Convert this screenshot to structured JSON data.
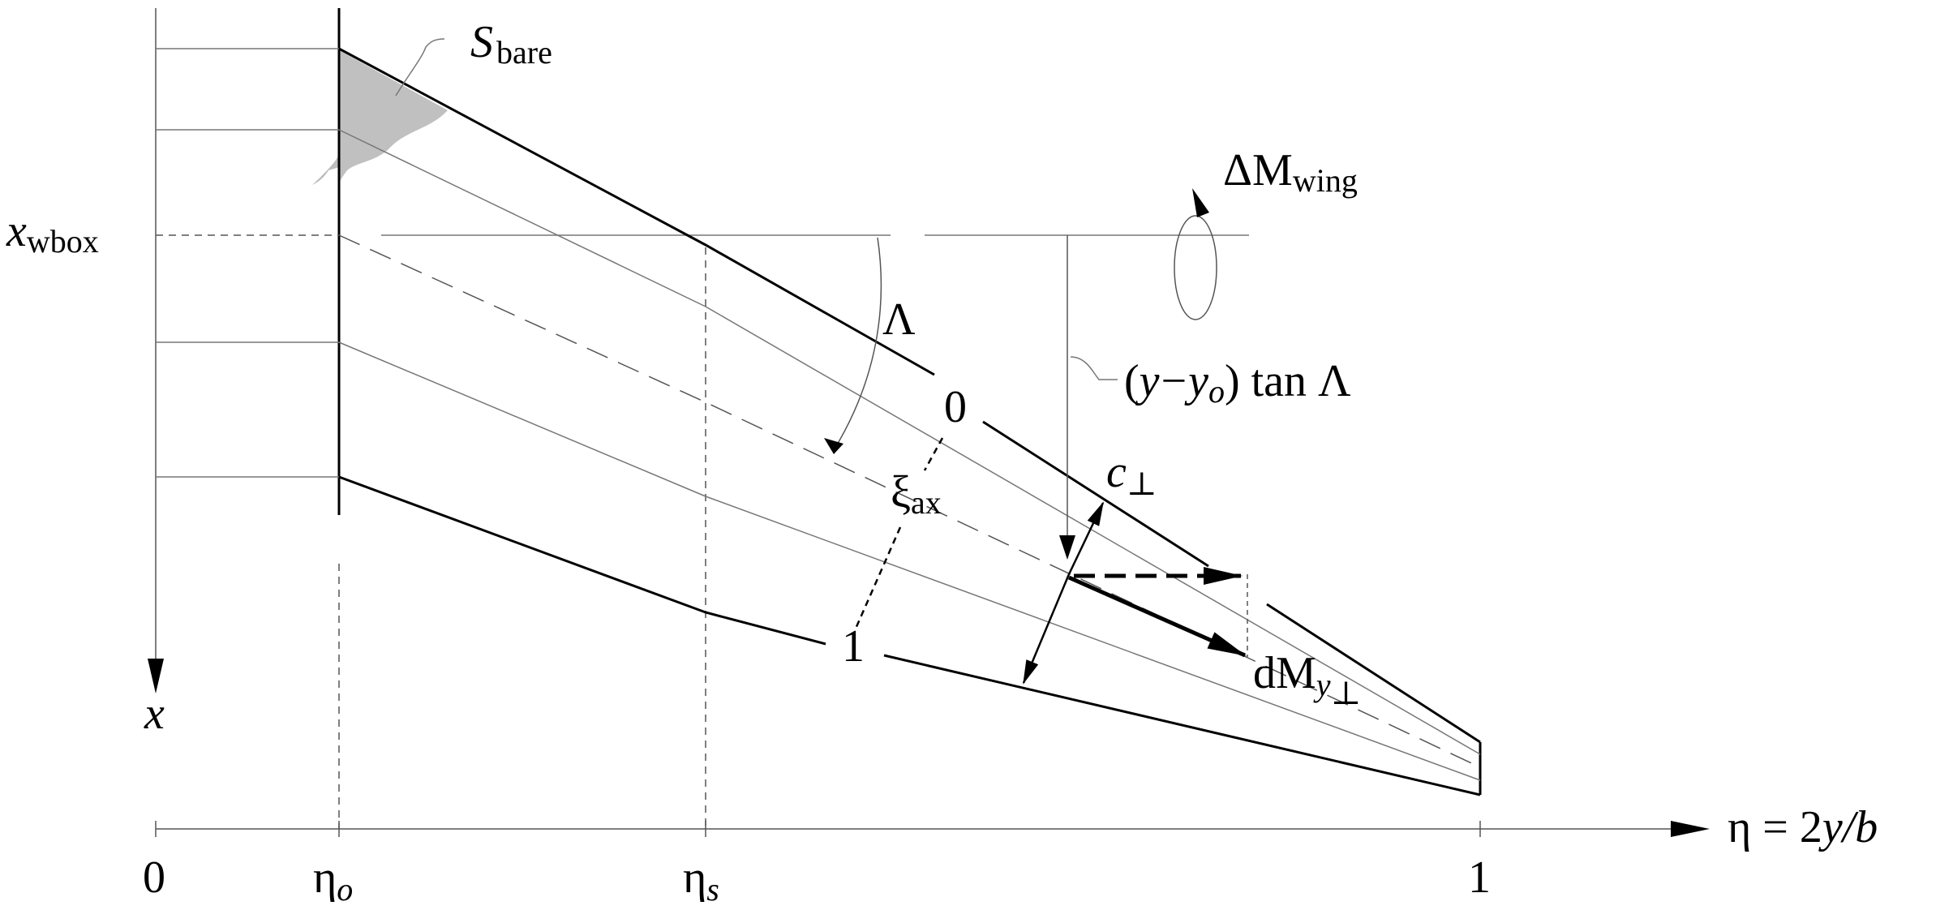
{
  "labels": {
    "x_wbox_main": "x",
    "x_wbox_sub": "wbox",
    "s_bare_main": "S",
    "s_bare_sub": "bare",
    "delta_m_wing_main": "ΔM",
    "delta_m_wing_sub": "wing",
    "lambda": "Λ",
    "zero_mark": "0",
    "one_mark": "1",
    "xi_ax_main": "ξ",
    "xi_ax_sub": "ax",
    "offset_open": "(",
    "offset_y": "y",
    "offset_minus": "−",
    "offset_yo": "y",
    "offset_yo_sub": "o",
    "offset_close": ")",
    "offset_tan": "tan Λ",
    "c_perp_main": "c",
    "c_perp_sub": "⊥",
    "dm_main": "dM",
    "dm_sub": "y",
    "dm_subsub": "⊥",
    "x_axis_label": "x",
    "eta_axis_eta": "η",
    "eta_axis_eq": " = 2",
    "eta_axis_rest": "y/b",
    "tick_0": "0",
    "tick_eta_o_main": "η",
    "tick_eta_o_sub": "o",
    "tick_eta_s_main": "η",
    "tick_eta_s_sub": "s",
    "tick_1": "1"
  }
}
